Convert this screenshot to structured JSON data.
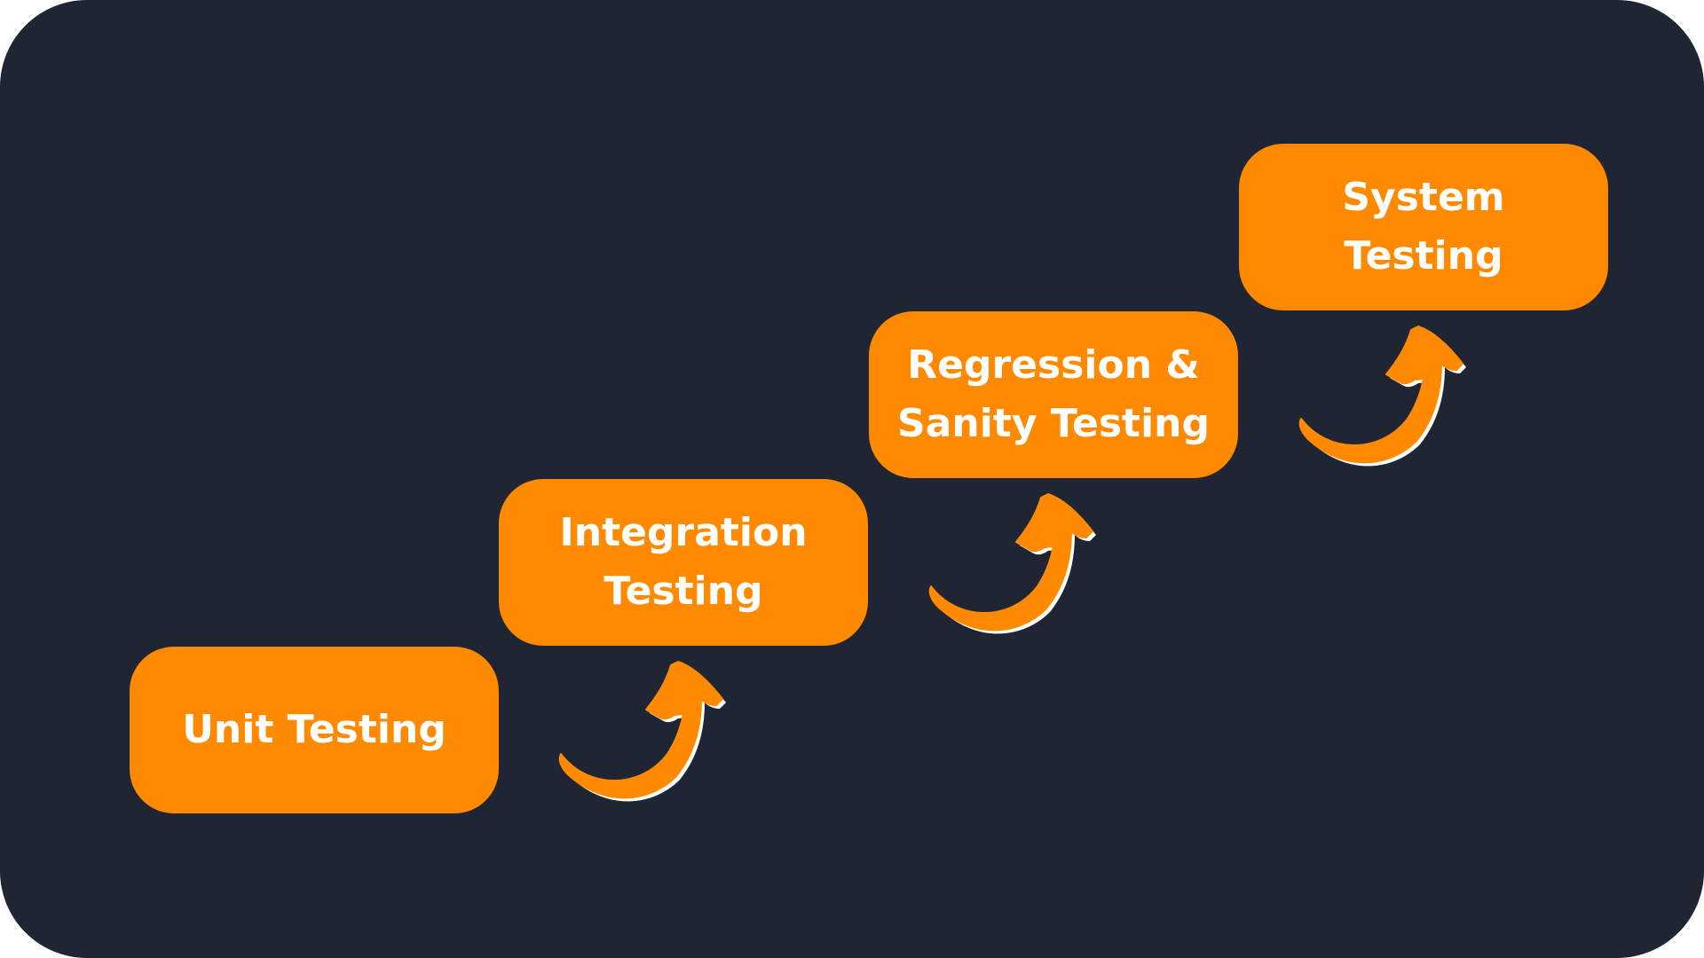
{
  "colors": {
    "background": "#1f2533",
    "box_fill": "#ff8a00",
    "box_text": "#ffffff",
    "arrow_fill": "#ff8a00",
    "arrow_outline": "#ffffff"
  },
  "steps": [
    {
      "label": "Unit Testing"
    },
    {
      "label_line1": "Integration",
      "label_line2": "Testing"
    },
    {
      "label_line1": "Regression &",
      "label_line2": "Sanity Testing"
    },
    {
      "label": "System Testing"
    }
  ],
  "arrows": [
    {
      "icon": "curved-up-arrow-icon"
    },
    {
      "icon": "curved-up-arrow-icon"
    },
    {
      "icon": "curved-up-arrow-icon"
    }
  ]
}
